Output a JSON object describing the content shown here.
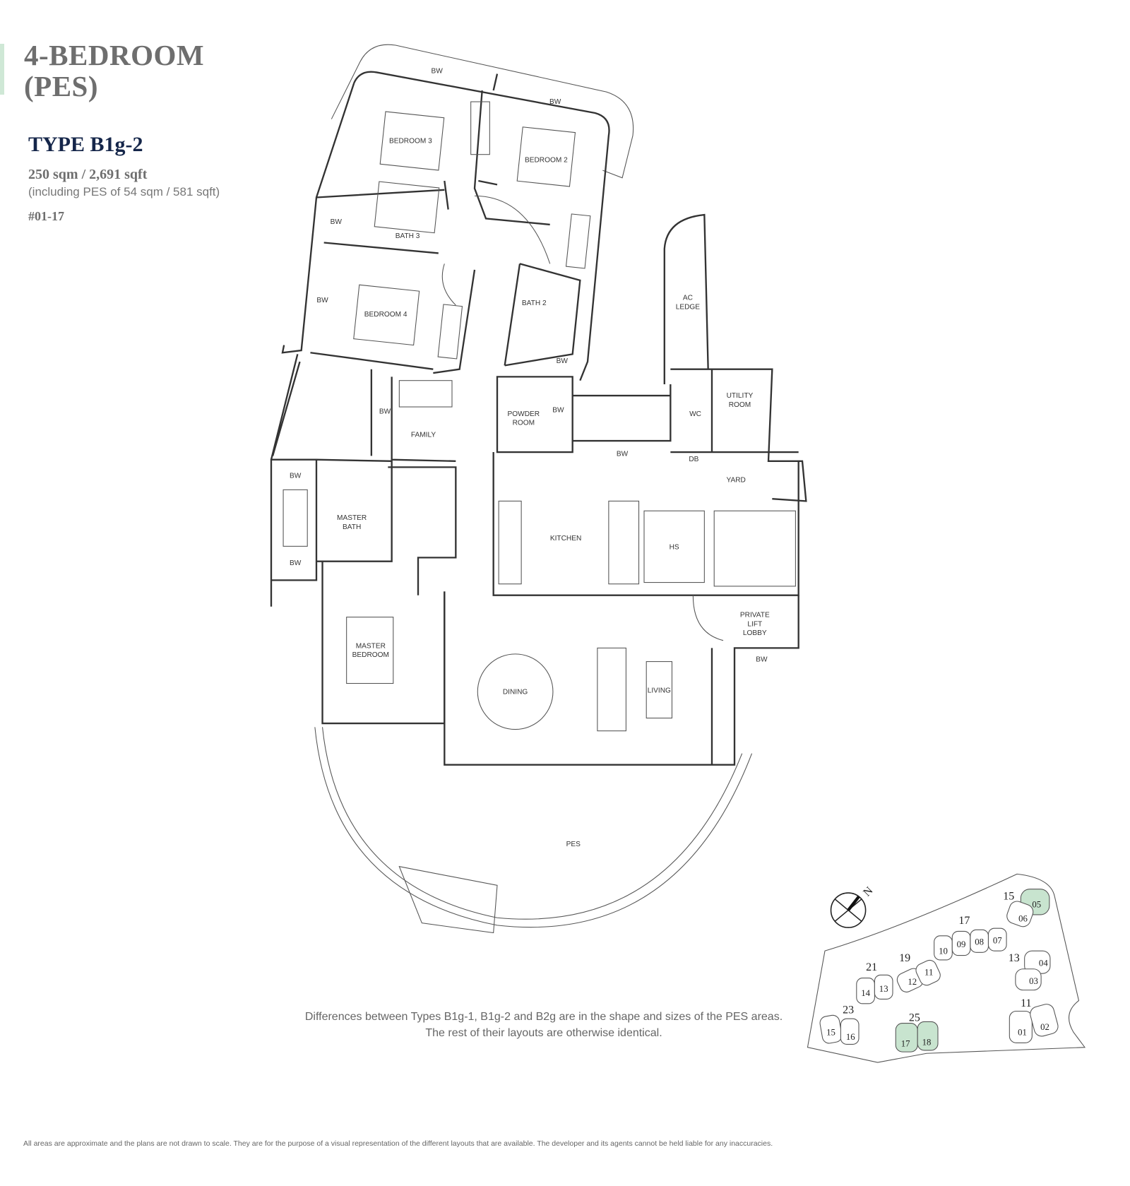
{
  "header": {
    "title_line1": "4-BEDROOM",
    "title_line2": "(PES)",
    "type": "TYPE B1g-2",
    "area": "250 sqm / 2,691 sqft",
    "area_note": "(including PES of 54 sqm / 581 sqft)",
    "unit": "#01-17"
  },
  "colors": {
    "accent": "#cfe8d6",
    "highlight": "#c8e4cf",
    "title": "#6e6e6e",
    "type": "#15264a"
  },
  "rooms": {
    "bw_top": "BW",
    "bw_top2": "BW",
    "bedroom3": "BEDROOM 3",
    "bedroom2": "BEDROOM 2",
    "bw_b3": "BW",
    "bath3": "BATH 3",
    "bw_b4": "BW",
    "bedroom4": "BEDROOM 4",
    "bath2": "BATH 2",
    "ac_ledge_1": "AC",
    "ac_ledge_2": "LEDGE",
    "bw_bath2": "BW",
    "bw_family": "BW",
    "powder_1": "POWDER",
    "powder_2": "ROOM",
    "bw_powder": "BW",
    "wc": "WC",
    "utility_1": "UTILITY",
    "utility_2": "ROOM",
    "family": "FAMILY",
    "bw_kitchen": "BW",
    "db": "DB",
    "yard": "YARD",
    "bw_mb1": "BW",
    "master_bath_1": "MASTER",
    "master_bath_2": "BATH",
    "kitchen": "KITCHEN",
    "hs": "HS",
    "bw_mb2": "BW",
    "lift_1": "PRIVATE",
    "lift_2": "LIFT",
    "lift_3": "LOBBY",
    "bw_lift": "BW",
    "master_bed_1": "MASTER",
    "master_bed_2": "BEDROOM",
    "dining": "DINING",
    "living": "LIVING",
    "pes": "PES"
  },
  "note": {
    "line1": "Differences between Types B1g-1, B1g-2 and B2g are in the shape and sizes of the PES areas.",
    "line2": "The rest of their layouts are otherwise identical."
  },
  "site_plan": {
    "north_label": "N",
    "blocks": [
      {
        "block": "15",
        "units": [
          "05",
          "06"
        ],
        "highlight": [
          "05"
        ]
      },
      {
        "block": "17",
        "units": [
          "10",
          "09",
          "08",
          "07"
        ],
        "highlight": []
      },
      {
        "block": "13",
        "units": [
          "04",
          "03"
        ],
        "highlight": []
      },
      {
        "block": "19",
        "units": [
          "12",
          "11"
        ],
        "highlight": []
      },
      {
        "block": "21",
        "units": [
          "14",
          "13"
        ],
        "highlight": []
      },
      {
        "block": "11",
        "units": [
          "01",
          "02"
        ],
        "highlight": []
      },
      {
        "block": "23",
        "units": [
          "15",
          "16"
        ],
        "highlight": []
      },
      {
        "block": "25",
        "units": [
          "17",
          "18"
        ],
        "highlight": [
          "17",
          "18"
        ]
      }
    ]
  },
  "disclaimer": "All areas are approximate and the plans are not drawn to scale. They are for the purpose of a visual representation of the different layouts that are available. The developer and its agents cannot be held liable for any inaccuracies."
}
